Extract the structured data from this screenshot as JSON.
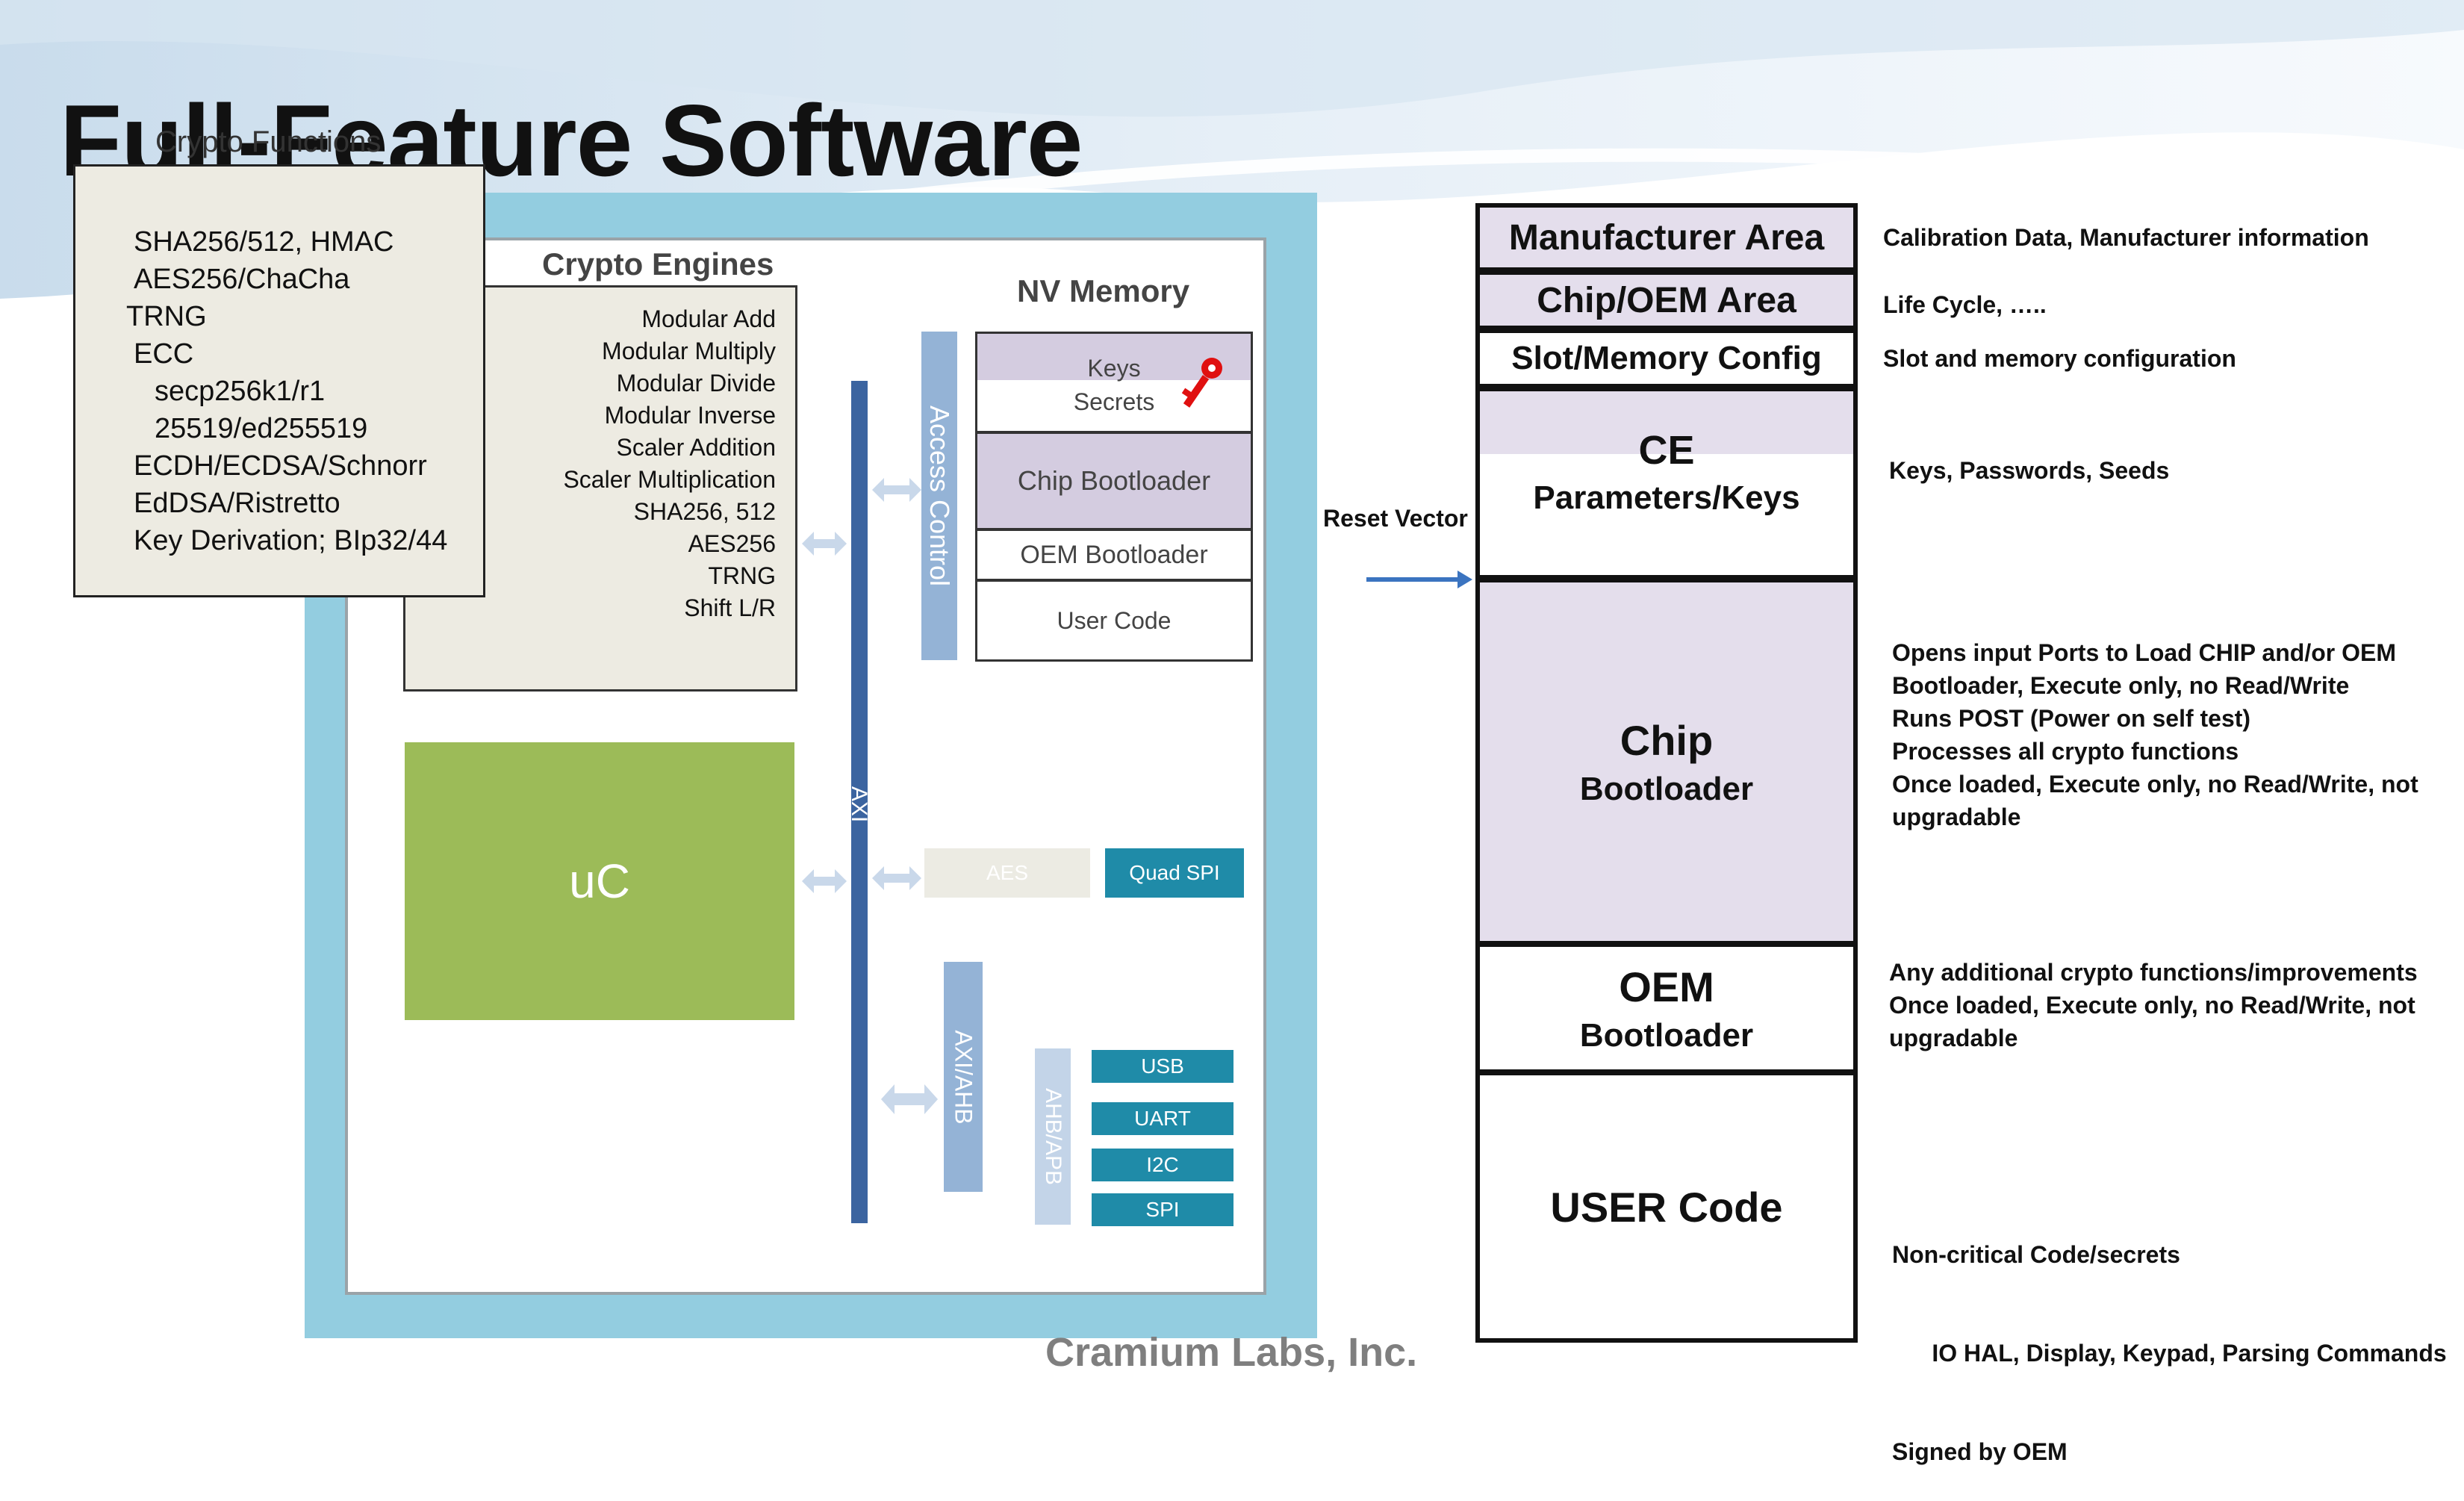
{
  "slide": {
    "title": "Full-Feature Software",
    "footer": "Cramium Labs, Inc."
  },
  "crypto_functions": {
    "label": "Crypto Functions",
    "items": [
      "SHA256/512, HMAC",
      "AES256/ChaCha",
      "TRNG",
      "ECC",
      "secp256k1/r1",
      "25519/ed255519",
      "ECDH/ECDSA/Schnorr",
      "EdDSA/Ristretto",
      "Key Derivation; BIp32/44"
    ]
  },
  "crypto_engines": {
    "label": "Crypto Engines",
    "items": [
      "Modular Add",
      "Modular Multiply",
      "Modular Divide",
      "Modular Inverse",
      "Scaler Addition",
      "Scaler Multiplication",
      "SHA256, 512",
      "AES256",
      "TRNG",
      "Shift L/R"
    ]
  },
  "uc": {
    "label": "uC"
  },
  "buses": {
    "axi": "AXI",
    "access_control": "Access Control",
    "axi_ahb": "AXI/AHB",
    "ahb_apb": "AHB/APB"
  },
  "nv_memory": {
    "label": "NV Memory",
    "keys": "Keys",
    "secrets": "Secrets",
    "chip_bootloader": "Chip Bootloader",
    "oem_bootloader": "OEM Bootloader",
    "user_code": "User Code"
  },
  "peripherals": {
    "aes": "AES",
    "quad_spi": "Quad SPI",
    "usb": "USB",
    "uart": "UART",
    "i2c": "I2C",
    "spi": "SPI"
  },
  "reset_vector": "Reset Vector",
  "memory_map": {
    "manufacturer_area": "Manufacturer Area",
    "chip_oem_area": "Chip/OEM Area",
    "slot_memory_config": "Slot/Memory Config",
    "ce": "CE",
    "parameters_keys": "Parameters/Keys",
    "chip": "Chip",
    "bootloader": "Bootloader",
    "oem": "OEM",
    "oem_bootloader": "Bootloader",
    "user_code": "USER Code"
  },
  "descriptions": {
    "manufacturer": "Calibration Data, Manufacturer information",
    "chip_oem": "Life Cycle, …..",
    "slot": "Slot and memory configuration",
    "ce": "Keys, Passwords, Seeds",
    "chip_bootloader": [
      "Opens input Ports to Load CHIP and/or OEM",
      "Bootloader, Execute only, no Read/Write",
      "Runs POST (Power on self test)",
      "Processes  all crypto functions",
      "Once loaded, Execute only, no Read/Write, not",
      "upgradable"
    ],
    "oem_bootloader": [
      "Any additional crypto functions/improvements",
      "Once loaded, Execute only, no Read/Write, not",
      "upgradable"
    ],
    "user_code": [
      "Non-critical Code/secrets",
      "      IO HAL, Display, Keypad, Parsing Commands",
      "Signed by OEM"
    ]
  },
  "colors": {
    "chip_frame": "#93cde0",
    "axi_bar": "#3b64a0",
    "peripheral": "#1f8ba8",
    "uc_green": "#9cbb58",
    "lavender": "#d4cce0",
    "key_icon": "#e01010"
  }
}
